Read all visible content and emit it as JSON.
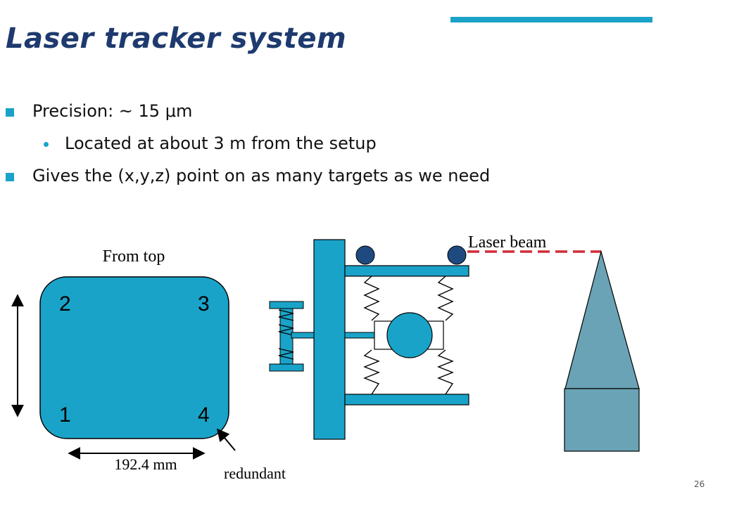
{
  "slide": {
    "title": "Laser tracker system",
    "page_number": "26",
    "accent_color": "#1aa3c8",
    "title_color": "#1e3a6e"
  },
  "bullets": [
    {
      "level": 1,
      "text": "Precision: ~ 15 μm"
    },
    {
      "level": 2,
      "text": "Located at about 3 m from the setup"
    },
    {
      "level": 1,
      "text": "Gives the (x,y,z) point on as many targets as we need"
    }
  ],
  "diagram": {
    "top_view": {
      "caption": "From top",
      "corners": [
        "2",
        "3",
        "1",
        "4"
      ],
      "dimension_label": "192.4 mm",
      "redundant_label": "redundant",
      "fill_color": "#1aa3c8"
    },
    "side_view": {
      "beam_label": "Laser beam",
      "beam_color": "#d42a3a",
      "target_color": "#1e4a80",
      "tracker_color": "#6aa3b5"
    }
  }
}
